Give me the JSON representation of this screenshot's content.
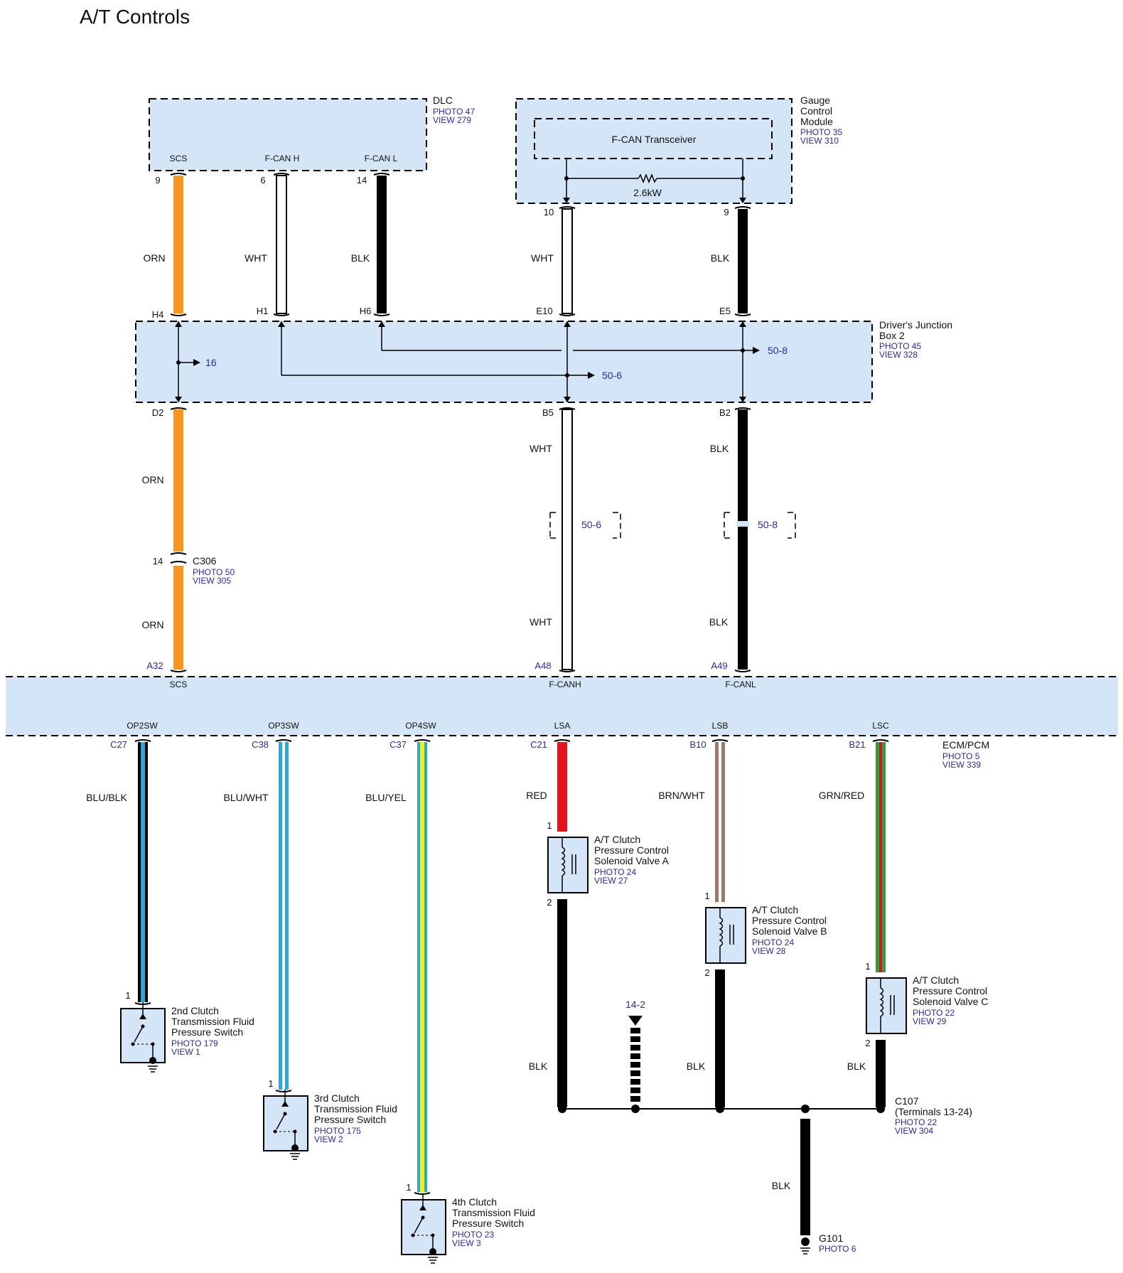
{
  "title": "A/T Controls",
  "dlc": {
    "name": "DLC",
    "photo": "PHOTO 47",
    "view": "VIEW 279",
    "terminals": [
      "SCS",
      "F-CAN H",
      "F-CAN L"
    ]
  },
  "gcm": {
    "name_lines": [
      "Gauge",
      "Control",
      "Module"
    ],
    "photo": "PHOTO 35",
    "view": "VIEW 310",
    "transceiver": "F-CAN Transceiver",
    "resistor": "2.6kW"
  },
  "djb": {
    "name_lines": [
      "Driver's Junction",
      "Box 2"
    ],
    "photo": "PHOTO 45",
    "view": "VIEW 328",
    "refs": [
      "16",
      "50-6",
      "50-8"
    ]
  },
  "upper_wires": [
    {
      "pin_top": "9",
      "color_name": "ORN",
      "pin_mid": "H4",
      "pin_bot": "D2",
      "lower_color": "ORN",
      "color": "#f7961e"
    },
    {
      "pin_top": "6",
      "color_name": "WHT",
      "pin_mid": "H1",
      "color": "#ffffff"
    },
    {
      "pin_top": "14",
      "color_name": "BLK",
      "pin_mid": "H6",
      "color": "#000000"
    },
    {
      "pin_top": "10",
      "color_name": "WHT",
      "pin_mid": "E10",
      "pin_bot": "B5",
      "lower_color": "WHT",
      "color": "#ffffff"
    },
    {
      "pin_top": "9",
      "color_name": "BLK",
      "pin_mid": "E5",
      "pin_bot": "B2",
      "lower_color": "BLK",
      "color": "#000000"
    }
  ],
  "c306": {
    "pin": "14",
    "name": "C306",
    "photo": "PHOTO 50",
    "view": "VIEW 305",
    "wire_below": "ORN"
  },
  "splice_refs": [
    "50-6",
    "50-8"
  ],
  "below_splice": [
    "WHT",
    "BLK"
  ],
  "ecm": {
    "name": "ECM/PCM",
    "photo": "PHOTO 5",
    "view": "VIEW 339",
    "top_pins": [
      {
        "pin": "A32",
        "signal": "SCS"
      },
      {
        "pin": "A48",
        "signal": "F-CANH"
      },
      {
        "pin": "A49",
        "signal": "F-CANL"
      }
    ],
    "bottom_pins": [
      {
        "signal": "OP2SW",
        "pin": "C27",
        "wire": "BLU/BLK"
      },
      {
        "signal": "OP3SW",
        "pin": "C38",
        "wire": "BLU/WHT"
      },
      {
        "signal": "OP4SW",
        "pin": "C37",
        "wire": "BLU/YEL"
      },
      {
        "signal": "LSA",
        "pin": "C21",
        "wire": "RED"
      },
      {
        "signal": "LSB",
        "pin": "B10",
        "wire": "BRN/WHT"
      },
      {
        "signal": "LSC",
        "pin": "B21",
        "wire": "GRN/RED"
      }
    ]
  },
  "switches": [
    {
      "pin": "1",
      "lines": [
        "2nd Clutch",
        "Transmission Fluid",
        "Pressure Switch"
      ],
      "photo": "PHOTO 179",
      "view": "VIEW 1"
    },
    {
      "pin": "1",
      "lines": [
        "3rd Clutch",
        "Transmission Fluid",
        "Pressure Switch"
      ],
      "photo": "PHOTO 175",
      "view": "VIEW 2"
    },
    {
      "pin": "1",
      "lines": [
        "4th Clutch",
        "Transmission Fluid",
        "Pressure Switch"
      ],
      "photo": "PHOTO 23",
      "view": "VIEW 3"
    }
  ],
  "solenoids": [
    {
      "pin_top": "1",
      "pin_bot": "2",
      "lines": [
        "A/T Clutch",
        "Pressure Control",
        "Solenoid Valve A"
      ],
      "photo": "PHOTO 24",
      "view": "VIEW 27",
      "ground_wire": "BLK"
    },
    {
      "pin_top": "1",
      "pin_bot": "2",
      "lines": [
        "A/T Clutch",
        "Pressure Control",
        "Solenoid Valve B"
      ],
      "photo": "PHOTO 24",
      "view": "VIEW 28",
      "ground_wire": "BLK"
    },
    {
      "pin_top": "1",
      "pin_bot": "2",
      "lines": [
        "A/T Clutch",
        "Pressure Control",
        "Solenoid Valve C"
      ],
      "photo": "PHOTO 22",
      "view": "VIEW 29",
      "ground_wire": "BLK"
    }
  ],
  "ref_14_2": "14-2",
  "c107": {
    "name": "C107",
    "terms": "(Terminals 13-24)",
    "photo": "PHOTO 22",
    "view": "VIEW 304"
  },
  "g101": {
    "wire": "BLK",
    "name": "G101",
    "photo": "PHOTO 6"
  },
  "colors": {
    "box_fill": "#d3e5f6",
    "orange": "#f7961e",
    "blue": "#2aa8d8",
    "yellow": "#f0f000",
    "red": "#e3141b",
    "brown": "#a0786a",
    "green": "#2ea043",
    "ref_text": "#2a2aa8"
  }
}
